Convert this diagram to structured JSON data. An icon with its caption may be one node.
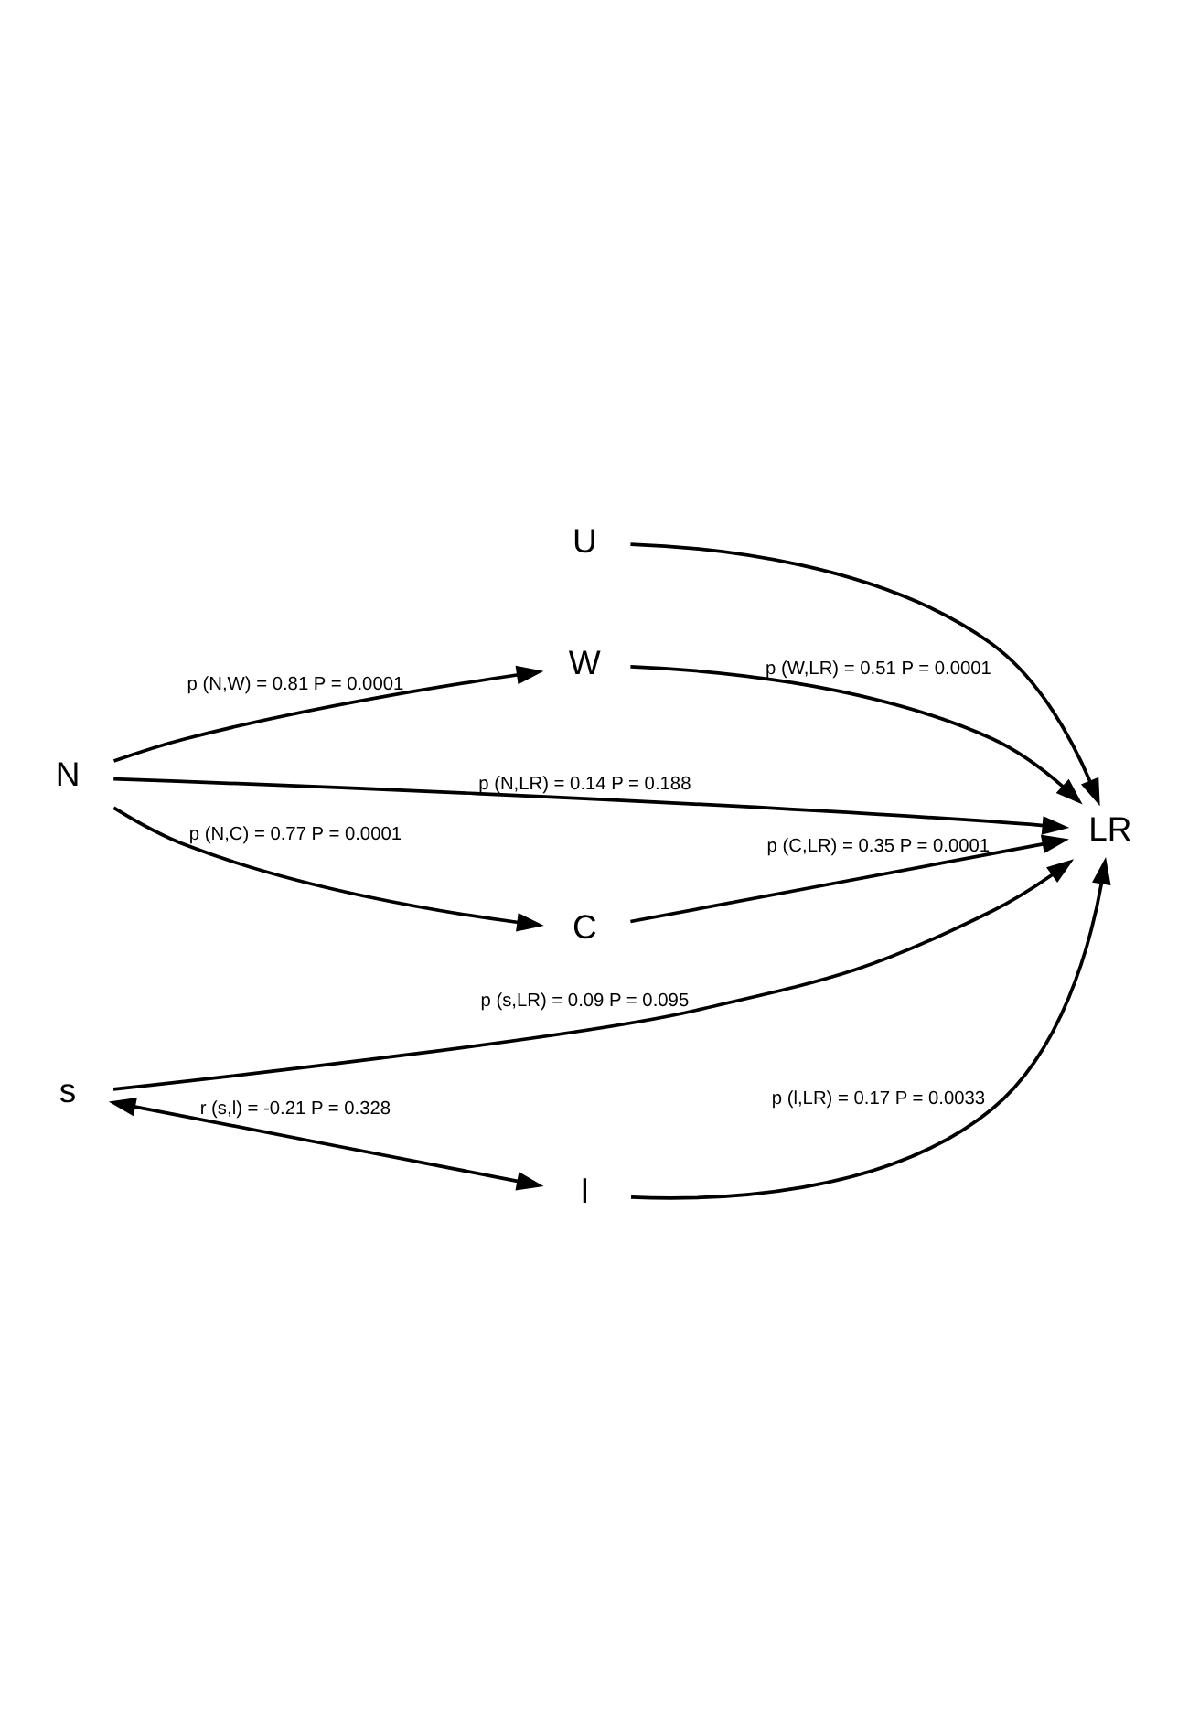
{
  "diagram": {
    "nodes": [
      {
        "text": [
          "U"
        ]
      },
      {
        "text": [
          "W"
        ]
      },
      {
        "text": [
          "N"
        ]
      },
      {
        "text": [
          "LR"
        ]
      },
      {
        "text": [
          "C"
        ]
      },
      {
        "text": [
          "s"
        ]
      },
      {
        "text": [
          "l"
        ]
      }
    ],
    "edges": [
      {
        "from": 0,
        "to": 3,
        "arrow": "to"
      },
      {
        "from": 2,
        "to": 1,
        "arrow": "to",
        "label": "p (N,W) = 0.81 P = 0.0001"
      },
      {
        "from": 1,
        "to": 3,
        "arrow": "to",
        "label": "p (W,LR) = 0.51 P = 0.0001"
      },
      {
        "from": 2,
        "to": 3,
        "arrow": "to",
        "label": "p (N,LR) = 0.14 P = 0.188"
      },
      {
        "from": 2,
        "to": 4,
        "arrow": "to",
        "label": "p (N,C) = 0.77 P = 0.0001"
      },
      {
        "from": 4,
        "to": 3,
        "arrow": "to",
        "label": "p (C,LR) = 0.35 P = 0.0001"
      },
      {
        "from": 5,
        "to": 3,
        "arrow": "to",
        "label": "p (s,LR) = 0.09 P = 0.095"
      },
      {
        "from": 6,
        "to": 3,
        "arrow": "to",
        "label": "p (l,LR) = 0.17 P = 0.0033"
      },
      {
        "from": 5,
        "to": 6,
        "arrow": "both",
        "label": "r (s,l) = -0.21 P = 0.328"
      }
    ]
  }
}
